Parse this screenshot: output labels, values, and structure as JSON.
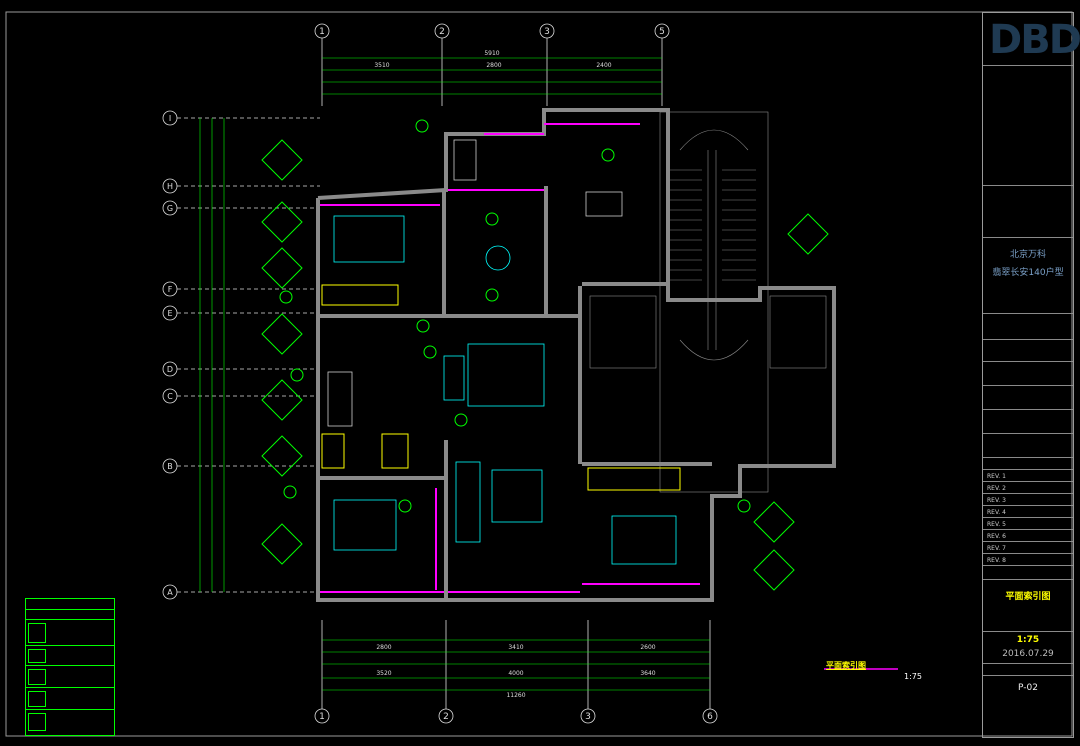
{
  "title_block": {
    "logo": "DBD",
    "project_name_1": "北京万科",
    "project_name_2": "翡翠长安140户型",
    "sheet_title": "平面索引图",
    "scale": "1:75",
    "date": "2016.07.29",
    "drawing_no": "P-02",
    "rev_labels": [
      "REV. 1",
      "REV. 2",
      "REV. 3",
      "REV. 4",
      "REV. 5",
      "REV. 6",
      "REV. 7",
      "REV. 8"
    ]
  },
  "plan": {
    "index_title": "平面索引图",
    "scale_label": "1:75",
    "grid_top": [
      "1",
      "2",
      "3",
      "5"
    ],
    "grid_bottom": [
      "1",
      "2",
      "3",
      "6"
    ],
    "grid_left": [
      "I",
      "H",
      "G",
      "F",
      "E",
      "D",
      "C",
      "B",
      "A"
    ],
    "dims_top_total": "5910",
    "dims_top_row1": [
      "3510",
      "2800",
      "2400"
    ],
    "dims_bottom_row1": [
      "2800",
      "3410",
      "2600"
    ],
    "dims_bottom_row2": [
      "3520",
      "4000",
      "3640"
    ],
    "dims_bottom_total": "11260"
  },
  "colors": {
    "wall": "#808080",
    "green": "#00ff00",
    "magenta": "#ff00ff",
    "yellow": "#ffff00",
    "cyan": "#00ffff",
    "white": "#ffffff"
  }
}
